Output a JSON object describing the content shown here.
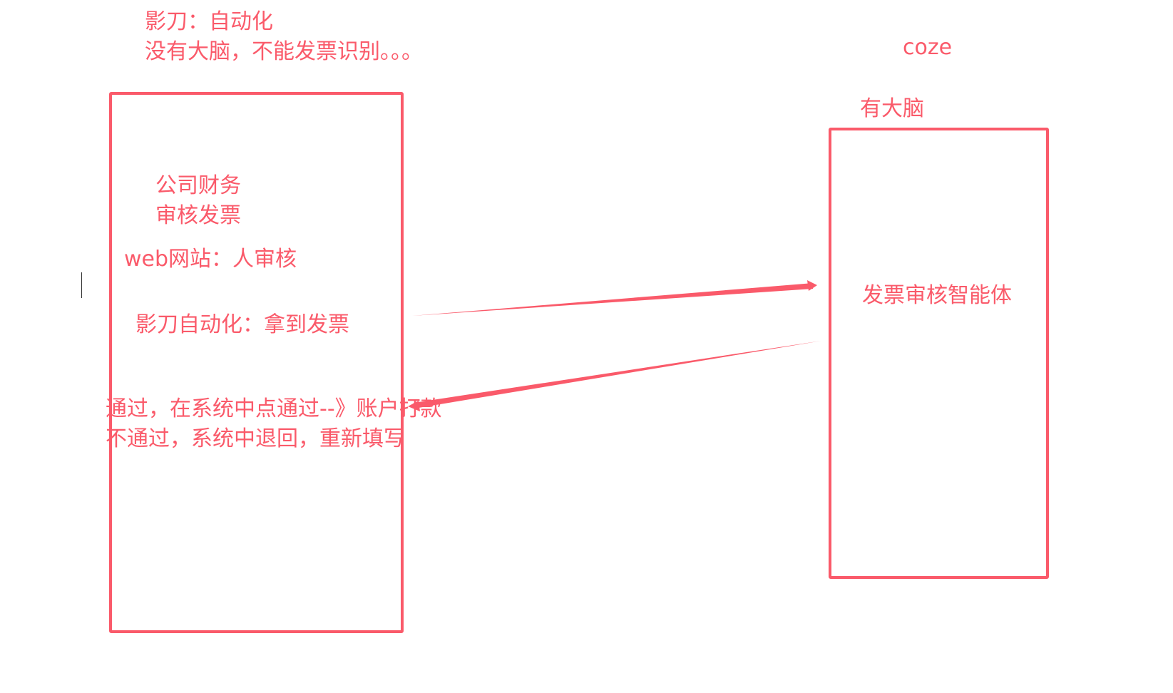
{
  "colors": {
    "accent": "#fa5a6a"
  },
  "notes": {
    "top_line1": "影刀：自动化",
    "top_line2": "没有大脑，不能发票识别。。。",
    "coze": "coze",
    "brain": "有大脑"
  },
  "left_box": {
    "line1": "公司财务",
    "line2": "审核发票",
    "web_review": "web网站：人审核",
    "rpa": "影刀自动化：拿到发票",
    "pass": "通过，在系统中点通过--》账户打款",
    "fail": "不通过，系统中退回，重新填写"
  },
  "right_box": {
    "label": "发票审核智能体"
  }
}
